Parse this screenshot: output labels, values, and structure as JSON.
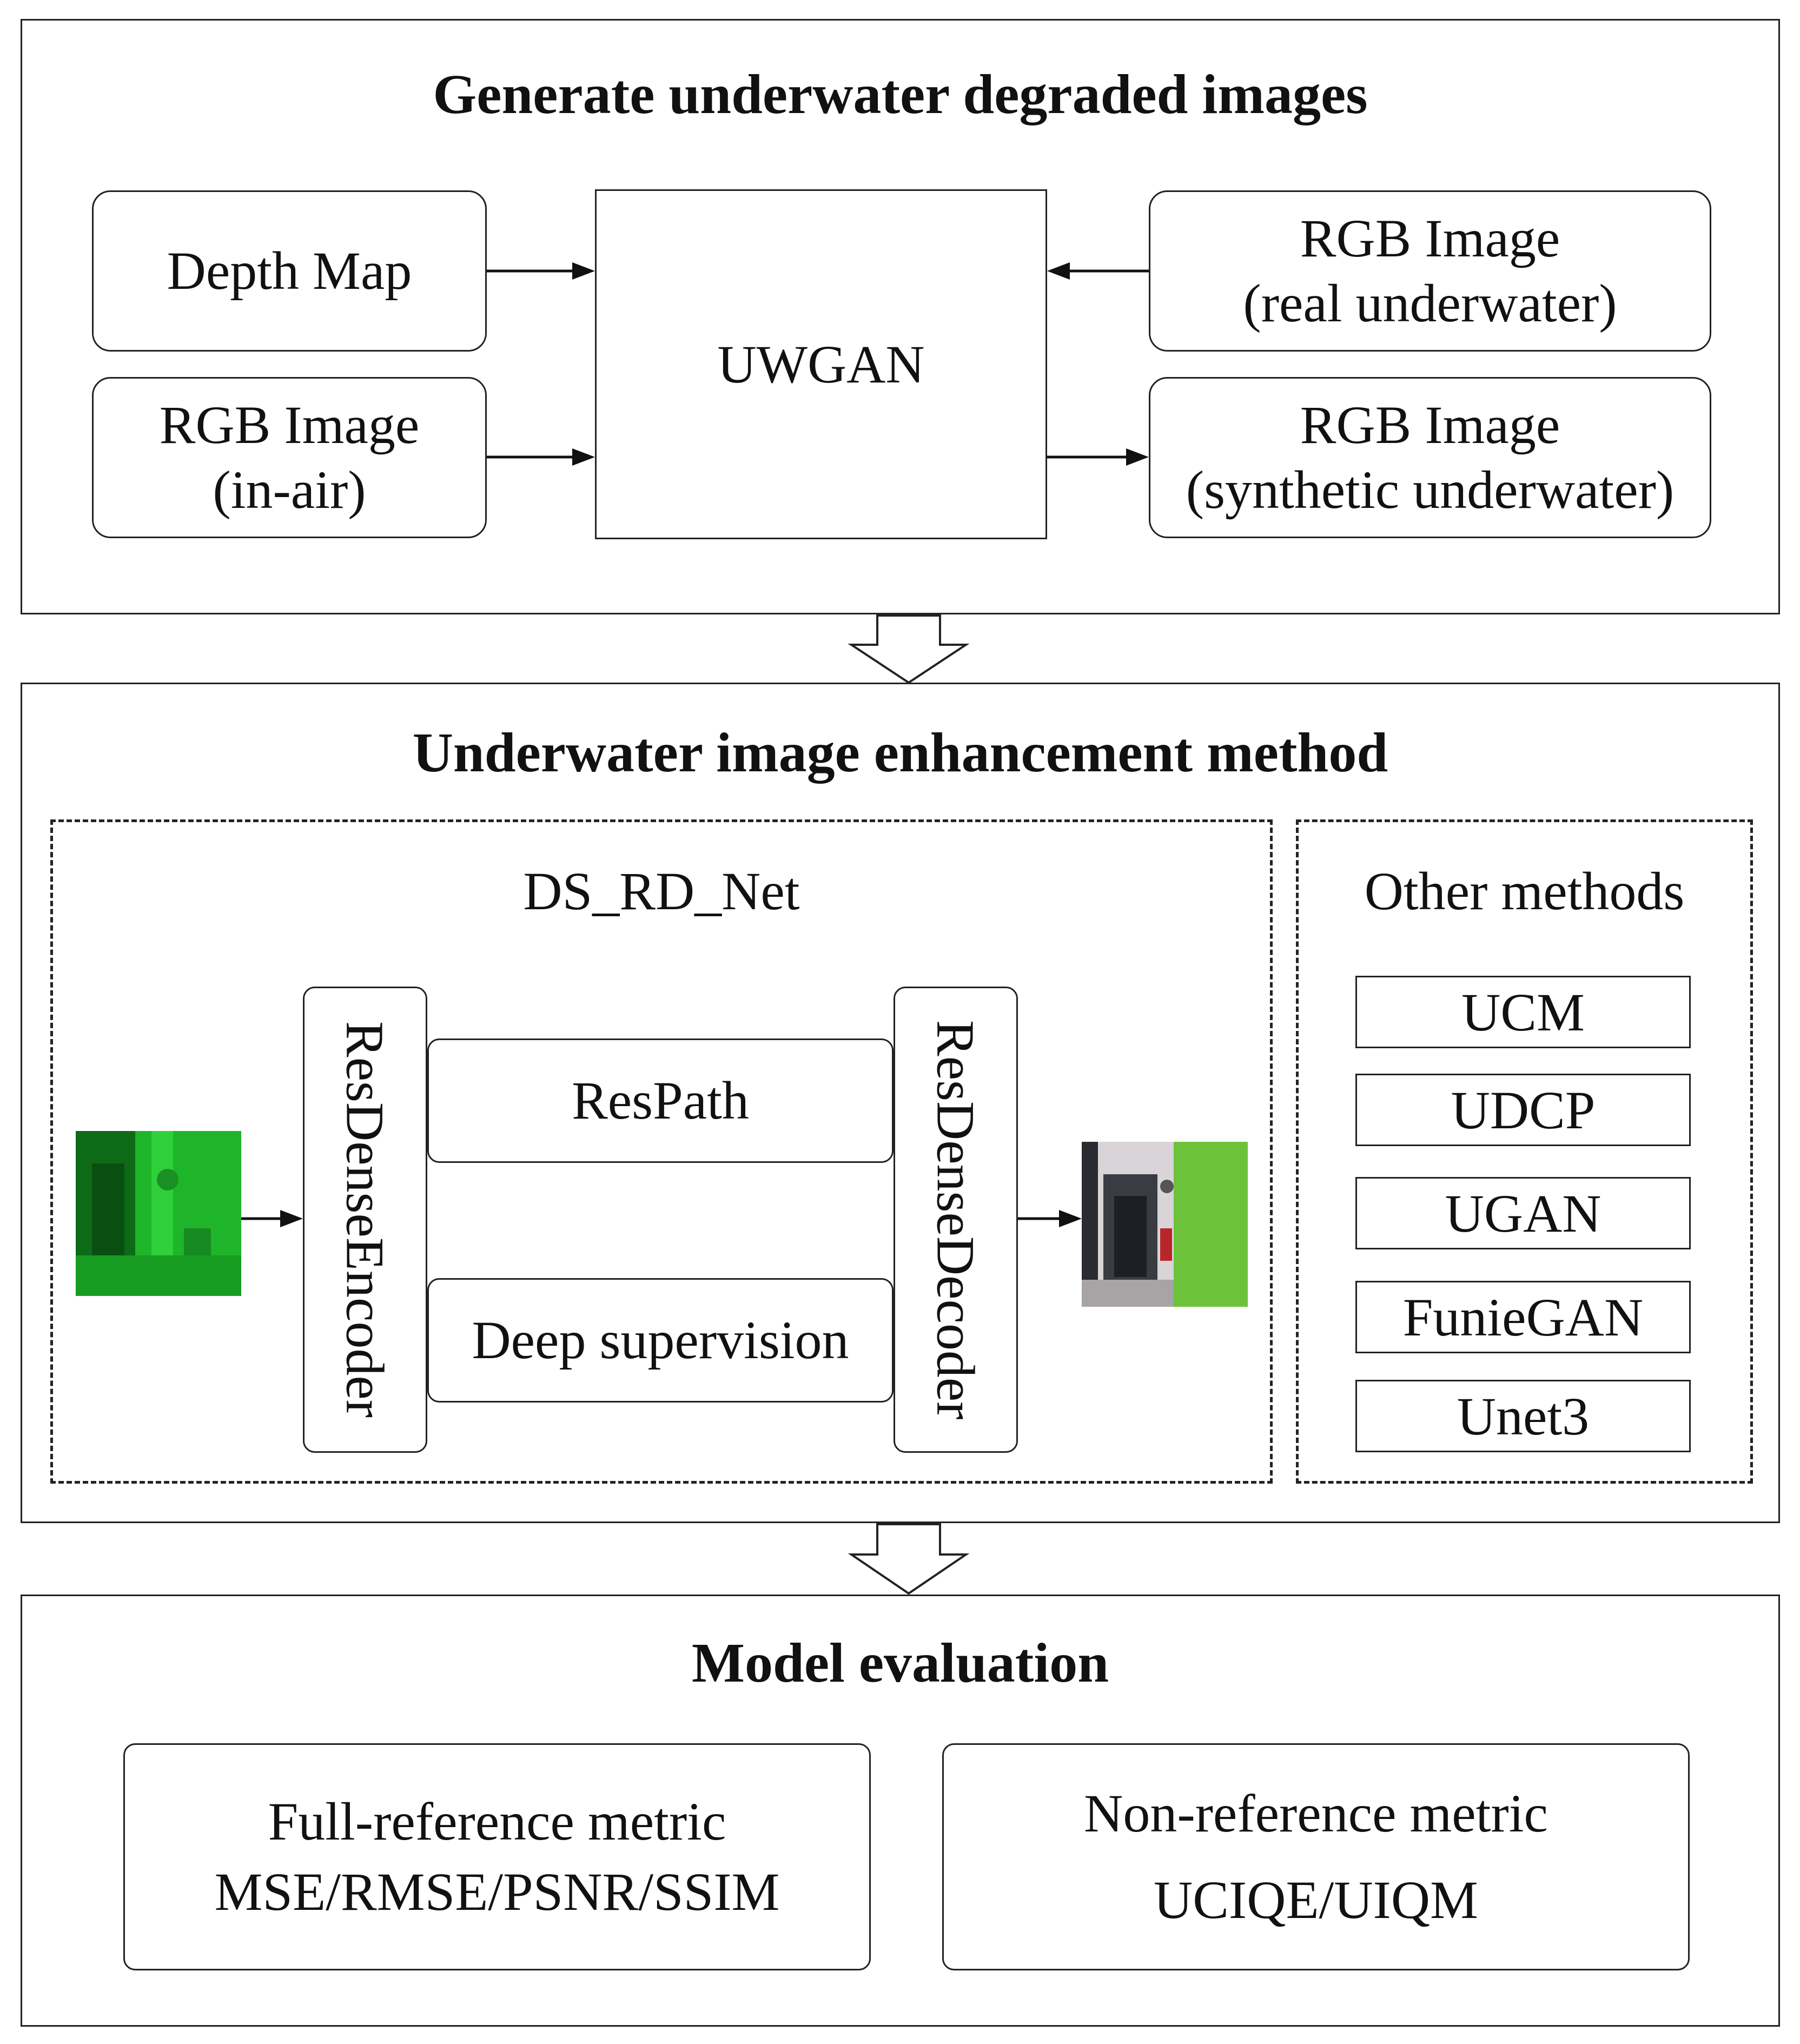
{
  "stage1": {
    "title": "Generate underwater degraded images",
    "depth_map": "Depth Map",
    "rgb_in_air_line1": "RGB Image",
    "rgb_in_air_line2": "(in-air)",
    "uwgan": "UWGAN",
    "rgb_real_line1": "RGB Image",
    "rgb_real_line2": "(real underwater)",
    "rgb_synth_line1": "RGB Image",
    "rgb_synth_line2": "(synthetic underwater)"
  },
  "stage2": {
    "title": "Underwater image enhancement method",
    "ds_rd_net": {
      "label": "DS_RD_Net",
      "encoder": "ResDenseEncoder",
      "respath": "ResPath",
      "deep_supervision": "Deep supervision",
      "decoder": "ResDenseDecoder"
    },
    "other_methods": {
      "label": "Other methods",
      "items": [
        "UCM",
        "UDCP",
        "UGAN",
        "FunieGAN",
        "Unet3"
      ]
    }
  },
  "stage3": {
    "title": "Model evaluation",
    "full_ref_line1": "Full-reference metric",
    "full_ref_line2": "MSE/RMSE/PSNR/SSIM",
    "non_ref_line1": "Non-reference metric",
    "non_ref_line2": "UCIQE/UIQM"
  },
  "colors": {
    "line": "#222222",
    "input_image_green": "#1fb52a",
    "output_image_green": "#6cc23a"
  }
}
